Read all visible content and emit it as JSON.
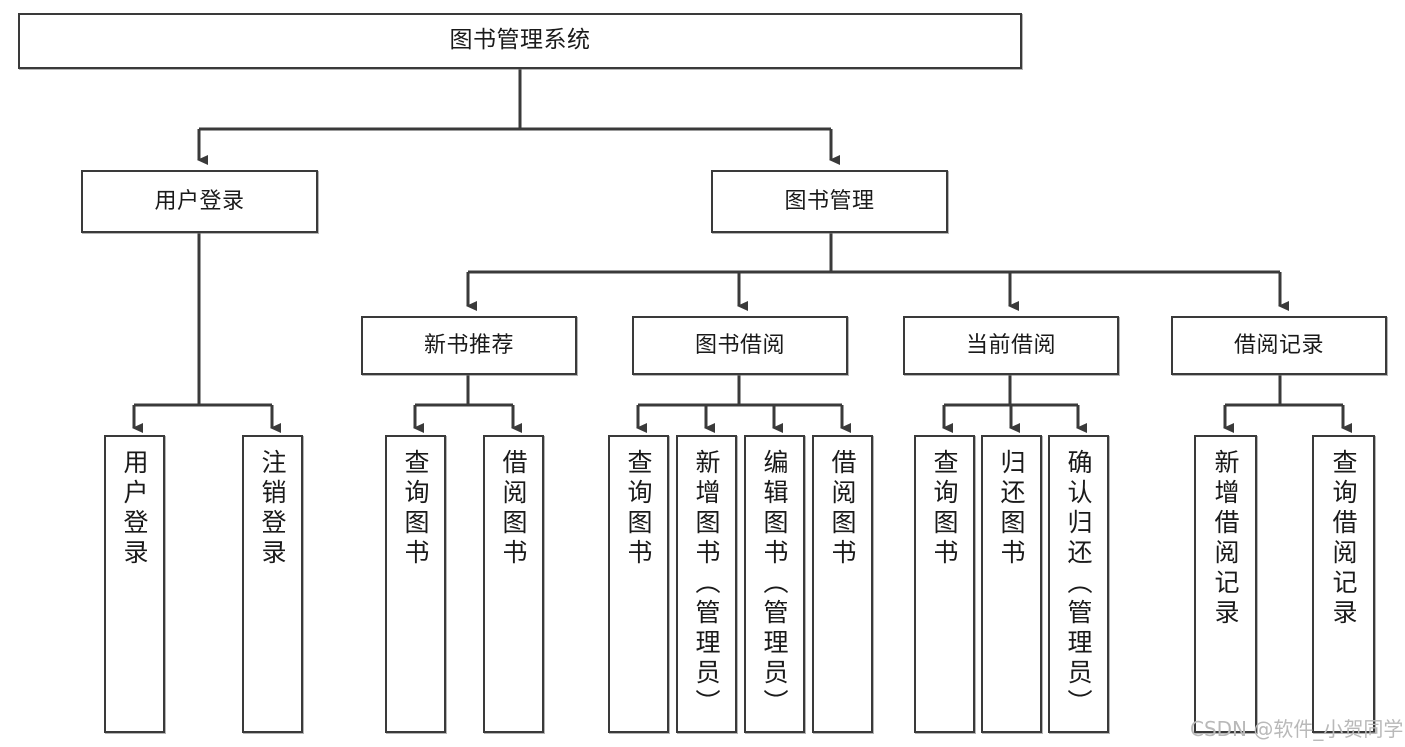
{
  "diagram": {
    "type": "tree",
    "title": "图书管理系统",
    "theme": {
      "background": "#ffffff",
      "box_border": "#3a3a3a",
      "box_fill": "#ffffff",
      "text": "#1a1a1a",
      "connector": "#3a3a3a",
      "watermark": "#b9b9b9"
    },
    "nodes": {
      "root": {
        "label": "图书管理系统",
        "orientation": "horizontal"
      },
      "level2": [
        {
          "id": "user-login",
          "label": "用户登录",
          "orientation": "horizontal"
        },
        {
          "id": "book-management",
          "label": "图书管理",
          "orientation": "horizontal"
        }
      ],
      "level3": [
        {
          "id": "new-book-recommend",
          "label": "新书推荐",
          "orientation": "horizontal"
        },
        {
          "id": "book-borrow",
          "label": "图书借阅",
          "orientation": "horizontal"
        },
        {
          "id": "current-borrow",
          "label": "当前借阅",
          "orientation": "horizontal"
        },
        {
          "id": "borrow-record",
          "label": "借阅记录",
          "orientation": "horizontal"
        }
      ],
      "leaves": [
        {
          "id": "leaf-user-login",
          "label": "用户登录",
          "parent": "user-login",
          "orientation": "vertical"
        },
        {
          "id": "leaf-user-logout",
          "label": "注销登录",
          "parent": "user-login",
          "orientation": "vertical"
        },
        {
          "id": "leaf-query-book-1",
          "label": "查询图书",
          "parent": "new-book-recommend",
          "orientation": "vertical"
        },
        {
          "id": "leaf-borrow-book-1",
          "label": "借阅图书",
          "parent": "new-book-recommend",
          "orientation": "vertical"
        },
        {
          "id": "leaf-query-book-2",
          "label": "查询图书",
          "parent": "book-borrow",
          "orientation": "vertical"
        },
        {
          "id": "leaf-add-book",
          "label": "新增图书（管理员）",
          "parent": "book-borrow",
          "orientation": "vertical"
        },
        {
          "id": "leaf-edit-book",
          "label": "编辑图书（管理员）",
          "parent": "book-borrow",
          "orientation": "vertical"
        },
        {
          "id": "leaf-borrow-book-2",
          "label": "借阅图书",
          "parent": "book-borrow",
          "orientation": "vertical"
        },
        {
          "id": "leaf-query-book-3",
          "label": "查询图书",
          "parent": "current-borrow",
          "orientation": "vertical"
        },
        {
          "id": "leaf-return-book",
          "label": "归还图书",
          "parent": "current-borrow",
          "orientation": "vertical"
        },
        {
          "id": "leaf-confirm-return",
          "label": "确认归还（管理员）",
          "parent": "current-borrow",
          "orientation": "vertical"
        },
        {
          "id": "leaf-add-record",
          "label": "新增借阅记录",
          "parent": "borrow-record",
          "orientation": "vertical"
        },
        {
          "id": "leaf-query-record",
          "label": "查询借阅记录",
          "parent": "borrow-record",
          "orientation": "vertical"
        }
      ]
    },
    "watermark": "CSDN @软件_小贺同学"
  }
}
